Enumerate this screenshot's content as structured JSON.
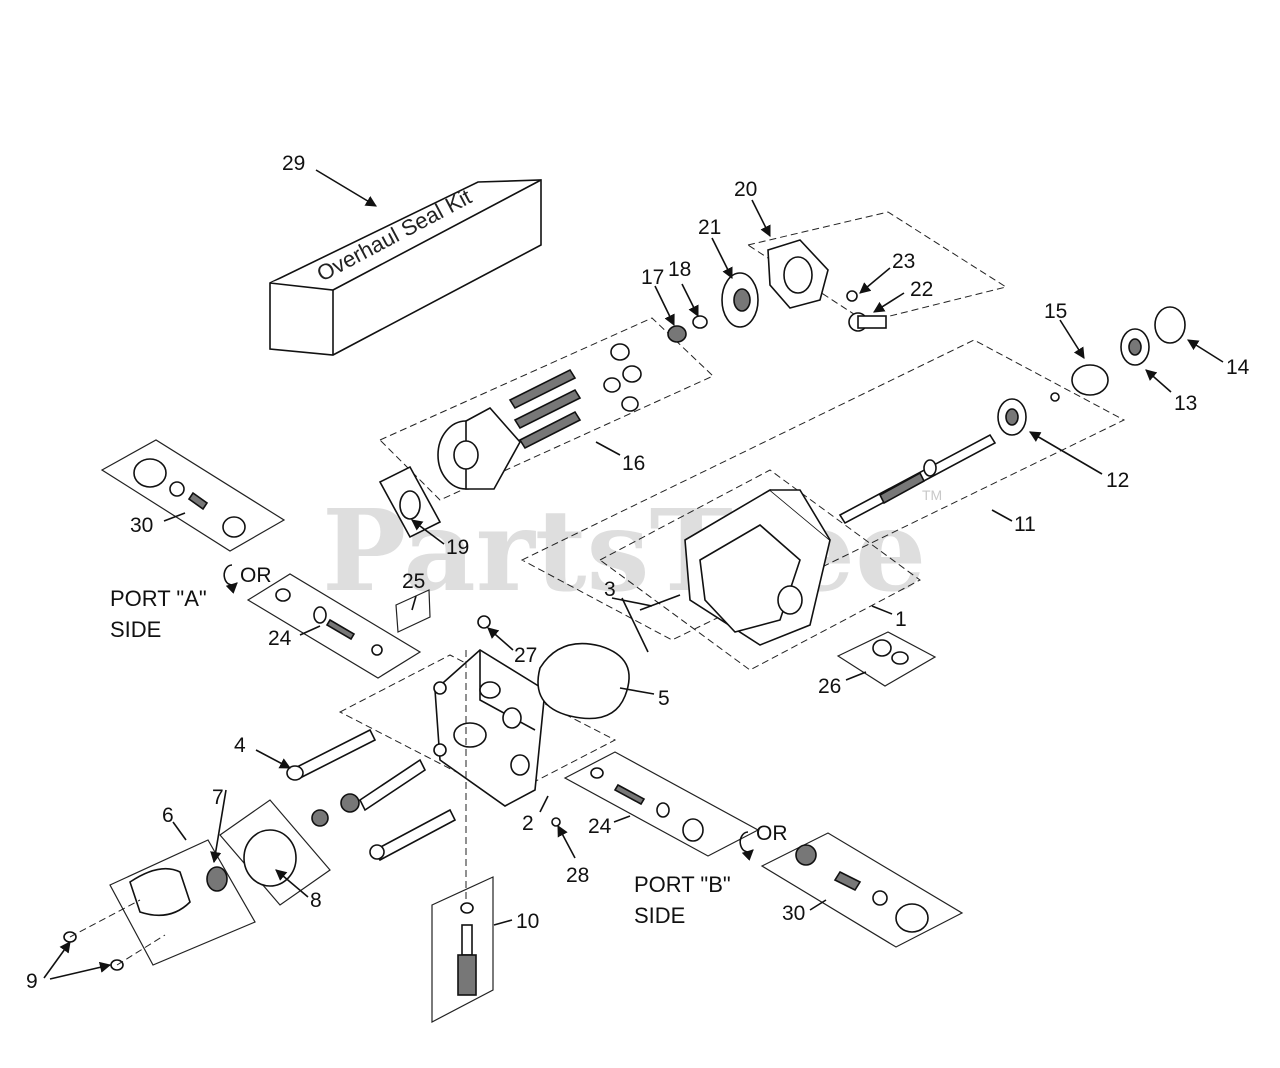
{
  "watermark": {
    "text": "PartsTree",
    "trademark": "TM"
  },
  "kit_label": "Overhaul Seal Kit",
  "ports": {
    "a_line1": "PORT \"A\"",
    "a_line2": "SIDE",
    "b_line1": "PORT \"B\"",
    "b_line2": "SIDE",
    "or_a": "OR",
    "or_b": "OR"
  },
  "callouts": [
    {
      "id": "29",
      "label": "29"
    },
    {
      "id": "20",
      "label": "20"
    },
    {
      "id": "21",
      "label": "21"
    },
    {
      "id": "17",
      "label": "17"
    },
    {
      "id": "18",
      "label": "18"
    },
    {
      "id": "23",
      "label": "23"
    },
    {
      "id": "22",
      "label": "22"
    },
    {
      "id": "15",
      "label": "15"
    },
    {
      "id": "14",
      "label": "14"
    },
    {
      "id": "13",
      "label": "13"
    },
    {
      "id": "16",
      "label": "16"
    },
    {
      "id": "12",
      "label": "12"
    },
    {
      "id": "30a",
      "label": "30"
    },
    {
      "id": "19",
      "label": "19"
    },
    {
      "id": "11",
      "label": "11"
    },
    {
      "id": "3",
      "label": "3"
    },
    {
      "id": "1",
      "label": "1"
    },
    {
      "id": "25",
      "label": "25"
    },
    {
      "id": "24a",
      "label": "24"
    },
    {
      "id": "27",
      "label": "27"
    },
    {
      "id": "26",
      "label": "26"
    },
    {
      "id": "5",
      "label": "5"
    },
    {
      "id": "4",
      "label": "4"
    },
    {
      "id": "7",
      "label": "7"
    },
    {
      "id": "6",
      "label": "6"
    },
    {
      "id": "2",
      "label": "2"
    },
    {
      "id": "24b",
      "label": "24"
    },
    {
      "id": "8",
      "label": "8"
    },
    {
      "id": "28",
      "label": "28"
    },
    {
      "id": "30b",
      "label": "30"
    },
    {
      "id": "10",
      "label": "10"
    },
    {
      "id": "9",
      "label": "9"
    }
  ]
}
